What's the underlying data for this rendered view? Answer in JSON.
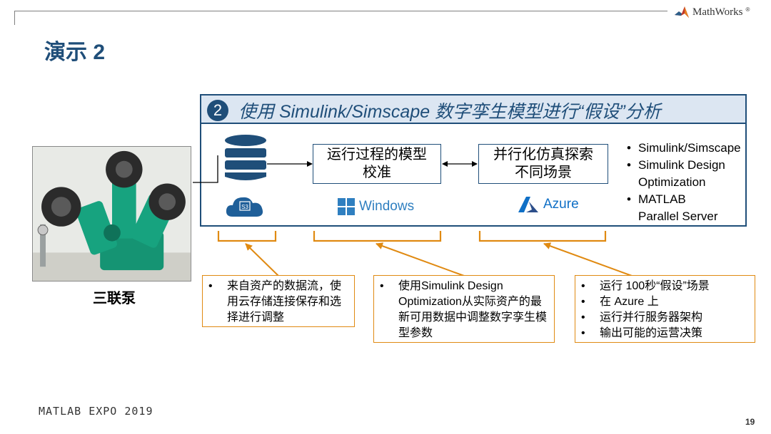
{
  "header": {
    "brand_name": "MathWorks",
    "brand_reg": "®",
    "slide_title": "演示 2"
  },
  "main_box": {
    "step_number": "2",
    "title": "使用 Simulink/Simscape 数字孪生模型进行“假设”分析",
    "process_1": {
      "line1": "运行过程的模型",
      "line2": "校准"
    },
    "process_2": {
      "line1": "并行化仿真探索",
      "line2": "不同场景"
    },
    "platform_1": "Windows",
    "platform_2": "Azure",
    "s3_label": "S3",
    "tools": [
      {
        "bullet": "•",
        "lines": [
          "Simulink/Simscape"
        ]
      },
      {
        "bullet": "•",
        "lines": [
          "Simulink Design",
          "Optimization"
        ]
      },
      {
        "bullet": "•",
        "lines": [
          "MATLAB",
          "Parallel Server"
        ]
      }
    ]
  },
  "pump": {
    "label": "三联泵"
  },
  "notes": [
    {
      "items": [
        {
          "bullet": "•",
          "text": "来自资产的数据流，使用云存储连接保存和选择进行调整"
        }
      ]
    },
    {
      "items": [
        {
          "bullet": "•",
          "text": "使用Simulink Design Optimization从实际资产的最新可用数据中调整数字孪生模型参数"
        }
      ]
    },
    {
      "items": [
        {
          "bullet": "•",
          "text": "运行 100秒“假设”场景"
        },
        {
          "bullet": "•",
          "text": "在 Azure 上"
        },
        {
          "bullet": "•",
          "text": "运行并行服务器架构"
        },
        {
          "bullet": "•",
          "text": "输出可能的运营决策"
        }
      ]
    }
  ],
  "footer": {
    "event": "MATLAB EXPO 2019",
    "page": "19"
  },
  "colors": {
    "navy": "#1F4E79",
    "header_fill": "#DCE6F2",
    "orange": "#E08A12",
    "windows_blue": "#2F7FC0",
    "azure_blue": "#0F6FC6"
  },
  "icons": [
    "mathworks-logo-icon",
    "database-icon",
    "s3-cloud-icon",
    "windows-logo-icon",
    "azure-logo-icon",
    "pump-photo"
  ]
}
